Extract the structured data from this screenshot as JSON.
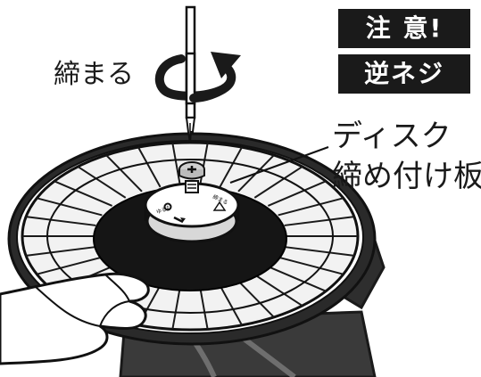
{
  "labels": {
    "tighten": "締まる",
    "part_line1": "ディスク",
    "part_line2": "締め付け板"
  },
  "warning": {
    "line1": "注 意!",
    "line2": "逆ネジ"
  },
  "colors": {
    "ink": "#1a1a1a",
    "plate": "#151515",
    "badge": "#1a1a1a",
    "background": "#ffffff",
    "grip_gray": "#3a3a3a",
    "disc_ring": "#f2f2f2"
  },
  "icons": {
    "rotation": "clockwise-rotation-arrow-icon",
    "screwdriver": "phillips-screwdriver-icon",
    "screw": "phillips-screw-icon",
    "hand": "hand-icon"
  },
  "diagram": {
    "disc_segment_count": 30
  }
}
